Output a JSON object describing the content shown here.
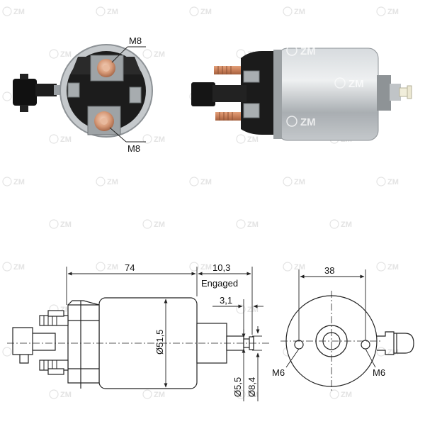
{
  "watermark": {
    "brand": "ZM"
  },
  "photo_end_view": {
    "callout_top": "M8",
    "callout_bottom": "M8"
  },
  "drawing": {
    "dim_body_length": "74",
    "dim_plunger_travel": "10,3",
    "engaged_label": "Engaged",
    "dim_tip_length": "3,1",
    "dim_body_diameter": "Ø51,5",
    "dim_tip_diameter": "Ø5,5",
    "dim_plunger_diameter": "Ø8,4",
    "dim_mount_spacing": "38",
    "hole_left": "M6",
    "hole_right": "M6"
  },
  "colors": {
    "copper": "#c9805a",
    "metal": "#b9bec2",
    "black": "#1a1a1a",
    "line": "#222222"
  }
}
